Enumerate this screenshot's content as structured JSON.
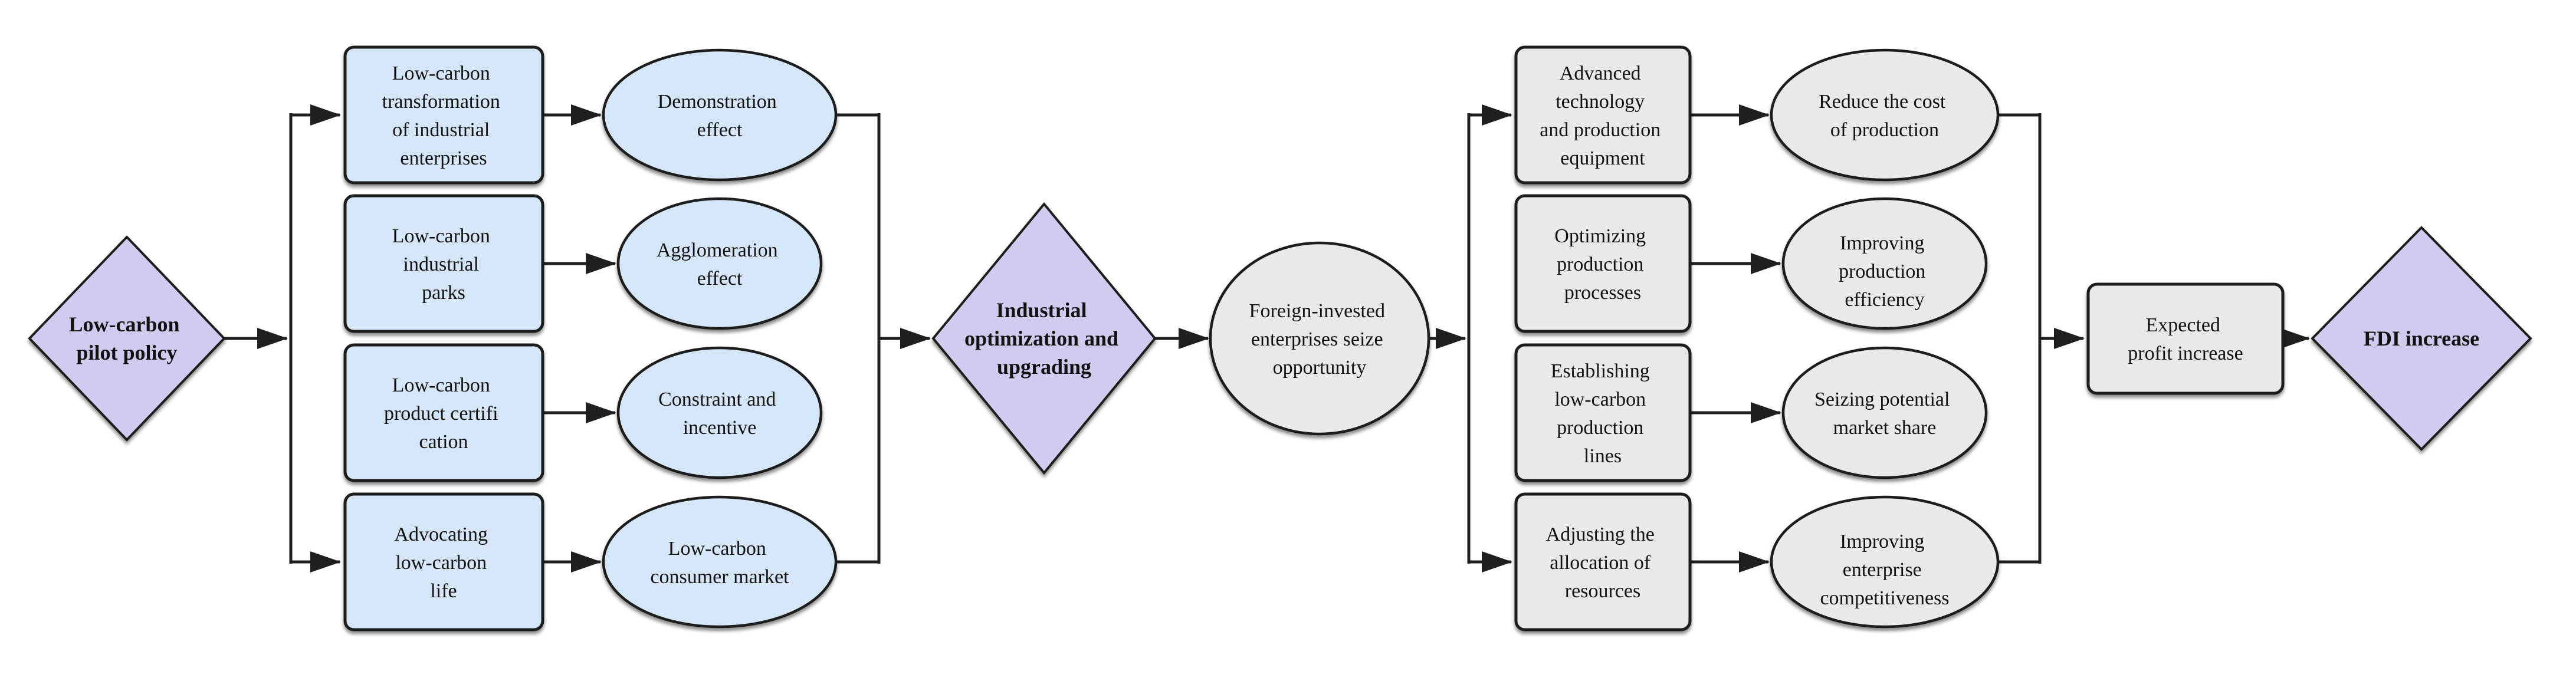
{
  "colors": {
    "diamond_fill": "#d2cbf0",
    "blue_fill": "#d4e6f7",
    "gray_fill": "#e9e9e9",
    "line": "#1f1f1f"
  },
  "diagram": {
    "nodes": {
      "pilot_policy": {
        "shape": "diamond",
        "label": "Low-carbon pilot policy",
        "lines": [
          "Low-carbon",
          "pilot policy"
        ]
      },
      "transformation": {
        "shape": "rect",
        "label": "Low-carbon transformation of industrial enterprises",
        "lines": [
          "Low-carbon",
          "transformation",
          "of industrial",
          "enterprises"
        ]
      },
      "industrial_parks": {
        "shape": "rect",
        "label": "Low-carbon industrial parks",
        "lines": [
          "Low-carbon",
          "industrial",
          "parks"
        ]
      },
      "product_certification": {
        "shape": "rect",
        "label": "Low-carbon product certification",
        "lines": [
          "Low-carbon",
          "product certifi",
          "cation"
        ]
      },
      "advocating_life": {
        "shape": "rect",
        "label": "Advocating low-carbon life",
        "lines": [
          "Advocating",
          "low-carbon",
          "life"
        ]
      },
      "demonstration_effect": {
        "shape": "ellipse",
        "label": "Demonstration effect",
        "lines": [
          "Demonstration",
          "effect"
        ]
      },
      "agglomeration_effect": {
        "shape": "ellipse",
        "label": "Agglomeration effect",
        "lines": [
          "Agglomeration",
          "effect"
        ]
      },
      "constraint_incentive": {
        "shape": "ellipse",
        "label": "Constraint and incentive",
        "lines": [
          "Constraint and",
          "incentive"
        ]
      },
      "consumer_market": {
        "shape": "ellipse",
        "label": "Low-carbon consumer market",
        "lines": [
          "Low-carbon",
          "consumer market"
        ]
      },
      "industrial_upgrading": {
        "shape": "diamond",
        "label": "Industrial optimization and upgrading",
        "lines": [
          "Industrial",
          "optimization and",
          "upgrading"
        ]
      },
      "foreign_invested": {
        "shape": "ellipse",
        "label": "Foreign-invested enterprises seize opportunity",
        "lines": [
          "Foreign-invested",
          "enterprises seize",
          "opportunity"
        ]
      },
      "advanced_technology": {
        "shape": "rect",
        "label": "Advanced technology and production equipment",
        "lines": [
          "Advanced",
          "technology",
          "and production",
          "equipment"
        ]
      },
      "optimizing_processes": {
        "shape": "rect",
        "label": "Optimizing production processes",
        "lines": [
          "Optimizing",
          "production",
          "processes"
        ]
      },
      "establishing_lines": {
        "shape": "rect",
        "label": "Establishing low-carbon production lines",
        "lines": [
          "Establishing",
          "low-carbon",
          "production",
          "lines"
        ]
      },
      "adjusting_resources": {
        "shape": "rect",
        "label": "Adjusting the allocation of resources",
        "lines": [
          "Adjusting the",
          "allocation of",
          "resources"
        ]
      },
      "reduce_cost": {
        "shape": "ellipse",
        "label": "Reduce the cost of production",
        "lines": [
          "Reduce the cost",
          "of production"
        ]
      },
      "production_efficiency": {
        "shape": "ellipse",
        "label": "Improving production efficiency",
        "lines": [
          "Improving",
          "production",
          "efficiency"
        ]
      },
      "market_share": {
        "shape": "ellipse",
        "label": "Seizing potential market share",
        "lines": [
          "Seizing potential",
          "market share"
        ]
      },
      "competitiveness": {
        "shape": "ellipse",
        "label": "Improving enterprise competitiveness",
        "lines": [
          "Improving",
          "enterprise",
          "competitiveness"
        ]
      },
      "expected_profit": {
        "shape": "rect",
        "label": "Expected profit increase",
        "lines": [
          "Expected",
          "profit increase"
        ]
      },
      "fdi_increase": {
        "shape": "diamond",
        "label": "FDI increase",
        "lines": [
          "FDI increase"
        ]
      }
    }
  }
}
